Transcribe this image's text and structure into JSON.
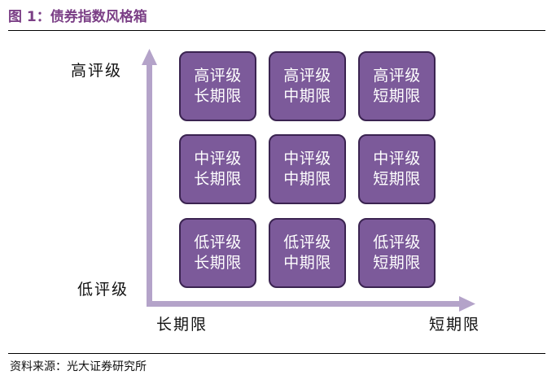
{
  "figure": {
    "title": "图 1：债券指数风格箱",
    "source": "资料来源：光大证券研究所"
  },
  "axes": {
    "y_high": "高评级",
    "y_low": "低评级",
    "x_left": "长期限",
    "x_right": "短期限"
  },
  "colors": {
    "title": "#7b3f86",
    "cell_fill": "#7c5a9a",
    "cell_border": "#3a2350",
    "arrow": "#b4a3c9"
  },
  "grid": {
    "rows": [
      [
        "高评级",
        "高评级",
        "高评级"
      ],
      [
        "中评级",
        "中评级",
        "中评级"
      ],
      [
        "低评级",
        "低评级",
        "低评级"
      ]
    ],
    "columns": [
      "长期限",
      "中期限",
      "短期限"
    ]
  }
}
